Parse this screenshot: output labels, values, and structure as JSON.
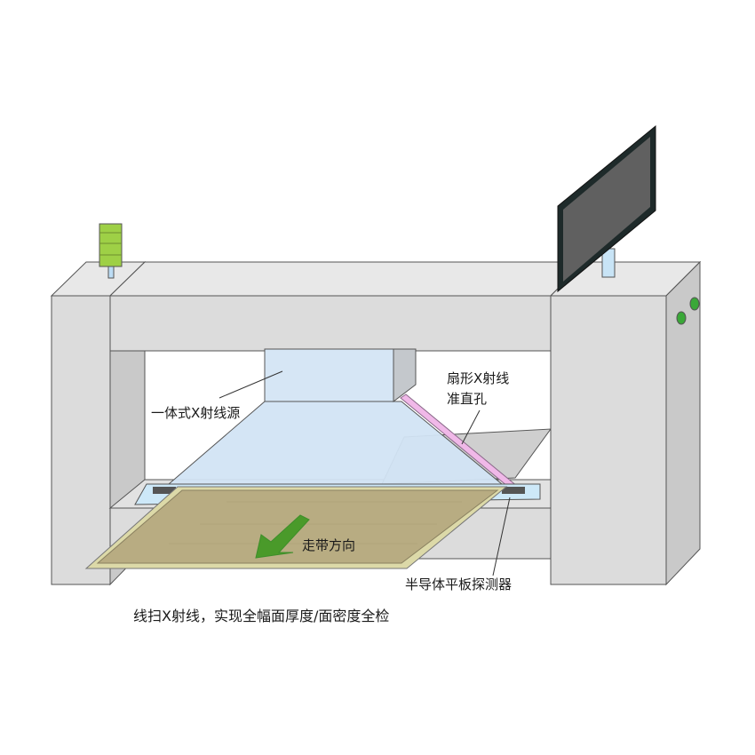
{
  "labels": {
    "xray_source": "一体式X射线源",
    "collimator_line1": "扇形X射线",
    "collimator_line2": "准直孔",
    "belt_direction": "走带方向",
    "detector": "半导体平板探测器",
    "caption": "线扫X射线，实现全幅面厚度/面密度全检"
  },
  "colors": {
    "frame_front": "#dcdcdc",
    "frame_top": "#e8e8e8",
    "frame_side": "#c9c9c9",
    "outline": "#555555",
    "source_box": "#d6e6f5",
    "xray_fan": "#d2e4f4",
    "collimator": "#f0b8e8",
    "sheet": "#b8ac82",
    "sheet_edge": "#dcd9a8",
    "arrow": "#4a9a2a",
    "monitor_screen": "#606060",
    "monitor_bezel": "#1e2a2a",
    "signal_light": "#9ed046",
    "status_lamp": "#3aa838"
  },
  "icons": {
    "belt_arrow": "arrow-down-left-icon",
    "tower_light": "signal-tower-light-icon",
    "monitor": "monitor-icon",
    "lamps": "indicator-lamp-icon"
  }
}
